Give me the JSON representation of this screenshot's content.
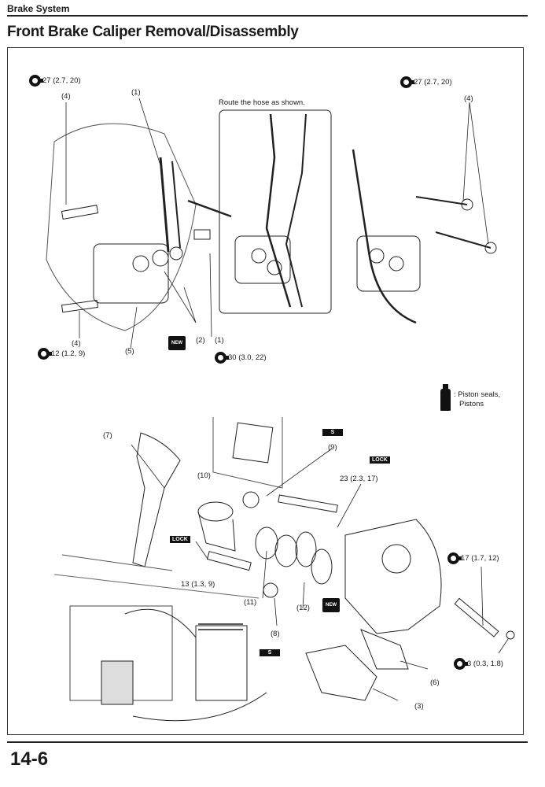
{
  "header": {
    "section": "Brake System",
    "title": "Front Brake Caliper Removal/Disassembly"
  },
  "callouts": {
    "torque_4_left": "27 (2.7, 20)",
    "torque_4_right": "27 (2.7, 20)",
    "torque_12": "12 (1.2, 9)",
    "torque_30": "30 (3.0, 22)",
    "torque_23": "23 (2.3, 17)",
    "torque_13": "13 (1.3, 9)",
    "torque_17": "17 (1.7, 12)",
    "torque_3": "3 (0.3, 1.8)",
    "route_note": "Route the hose as shown.",
    "fluid_note_line1": ": Piston seals,",
    "fluid_note_line2": "Pistons",
    "lock_badge": "LOCK",
    "new_badge": "NEW",
    "grease_badge": "S"
  },
  "parts": [
    "(1)",
    "(2)",
    "(3)",
    "(4)",
    "(5)",
    "(6)",
    "(7)",
    "(8)",
    "(9)",
    "(10)",
    "(11)",
    "(12)"
  ],
  "footer": {
    "page": "14-6"
  }
}
